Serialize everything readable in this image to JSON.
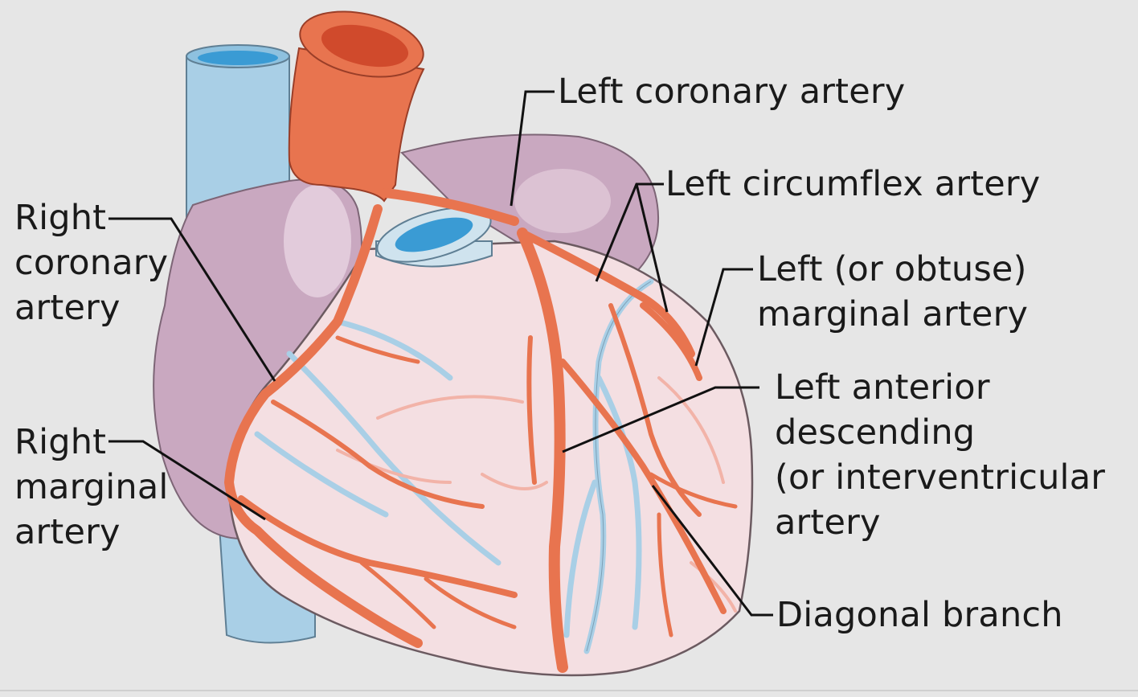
{
  "labels": {
    "left_coronary_artery": [
      "Left coronary artery"
    ],
    "left_circumflex_artery": [
      "Left circumflex artery"
    ],
    "left_obtuse_marginal_artery": [
      "Left (or obtuse)",
      "marginal artery"
    ],
    "left_anterior_descending": [
      "Left anterior",
      "descending",
      "(or interventricular",
      "artery"
    ],
    "diagonal_branch": [
      "Diagonal branch"
    ],
    "right_coronary_artery": [
      "Right",
      "coronary",
      "artery"
    ],
    "right_marginal_artery": [
      "Right",
      "marginal",
      "artery"
    ]
  },
  "colors": {
    "background": "#e6e6e6",
    "artery": "#e8744f",
    "artery_dark": "#c9553a",
    "vein": "#a9cfe6",
    "vein_dark": "#5aa7d8",
    "atrium": "#c9a8c0",
    "atrium_light": "#e2cbdb",
    "myocardium": "#f4dfe2",
    "leader_line": "#111111"
  }
}
